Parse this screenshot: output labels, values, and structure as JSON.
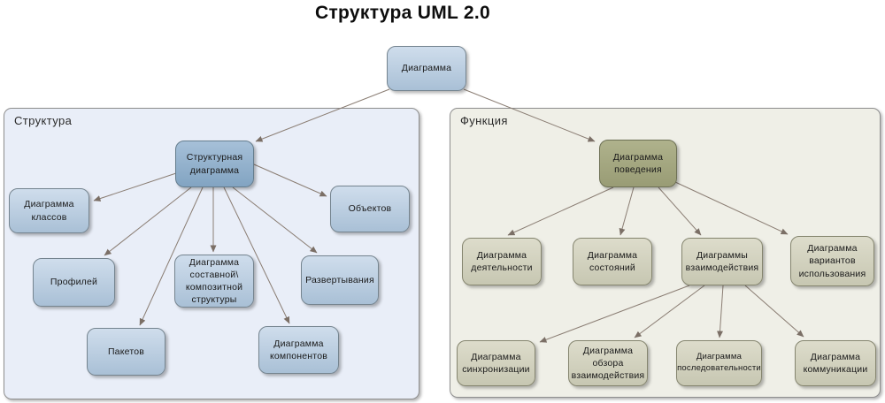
{
  "title": "Структура UML 2.0",
  "root": {
    "id": "diagramma",
    "label": "Диаграмма"
  },
  "groups": {
    "structure": {
      "label": "Структура",
      "nodes": {
        "structural": {
          "label": "Структурная\nдиаграмма"
        },
        "klassov": {
          "label": "Диаграмма\nклассов"
        },
        "obyektov": {
          "label": "Объектов"
        },
        "profiley": {
          "label": "Профилей"
        },
        "sostavnoy": {
          "label": "Диаграмма\nсоставной\\\nкомпозитной\nструктуры"
        },
        "razvertyvaniya": {
          "label": "Развертывания"
        },
        "paketov": {
          "label": "Пакетов"
        },
        "komponentov": {
          "label": "Диаграмма\nкомпонентов"
        }
      }
    },
    "function": {
      "label": "Функция",
      "nodes": {
        "povedeniya": {
          "label": "Диаграмма\nповедения"
        },
        "deyatelnosti": {
          "label": "Диаграмма\nдеятельности"
        },
        "sostoyaniy": {
          "label": "Диаграмма\nсостояний"
        },
        "vzaimodeystviya": {
          "label": "Диаграммы\nвзаимодействия"
        },
        "variantov": {
          "label": "Диаграмма\nвариантов\nиспользования"
        },
        "sinhronizatsii": {
          "label": "Диаграмма\nсинхронизации"
        },
        "obzora": {
          "label": "Диаграмма обзора\nвзаимодействия"
        },
        "posledovatelnosti": {
          "label": "Диаграмма\nпоследовательности"
        },
        "kommunikatsii": {
          "label": "Диаграмма\nкоммуникации"
        }
      }
    }
  },
  "edges": [
    {
      "from": "diagramma",
      "to": "structural"
    },
    {
      "from": "diagramma",
      "to": "povedeniya"
    },
    {
      "from": "structural",
      "to": "klassov"
    },
    {
      "from": "structural",
      "to": "obyektov"
    },
    {
      "from": "structural",
      "to": "profiley"
    },
    {
      "from": "structural",
      "to": "sostavnoy"
    },
    {
      "from": "structural",
      "to": "razvertyvaniya"
    },
    {
      "from": "structural",
      "to": "paketov"
    },
    {
      "from": "structural",
      "to": "komponentov"
    },
    {
      "from": "povedeniya",
      "to": "deyatelnosti"
    },
    {
      "from": "povedeniya",
      "to": "sostoyaniy"
    },
    {
      "from": "povedeniya",
      "to": "vzaimodeystviya"
    },
    {
      "from": "povedeniya",
      "to": "variantov"
    },
    {
      "from": "vzaimodeystviya",
      "to": "sinhronizatsii"
    },
    {
      "from": "vzaimodeystviya",
      "to": "obzora"
    },
    {
      "from": "vzaimodeystviya",
      "to": "posledovatelnosti"
    },
    {
      "from": "vzaimodeystviya",
      "to": "kommunikatsii"
    }
  ],
  "colors": {
    "structure_container_bg": "#e9eef8",
    "function_container_bg": "#efefe7",
    "blue_node": "#a9c0d6",
    "blue_dark_node": "#82a4c2",
    "olive_node": "#c7c7b2",
    "olive_dark_node": "#999c75",
    "arrow": "#8a7d73"
  }
}
